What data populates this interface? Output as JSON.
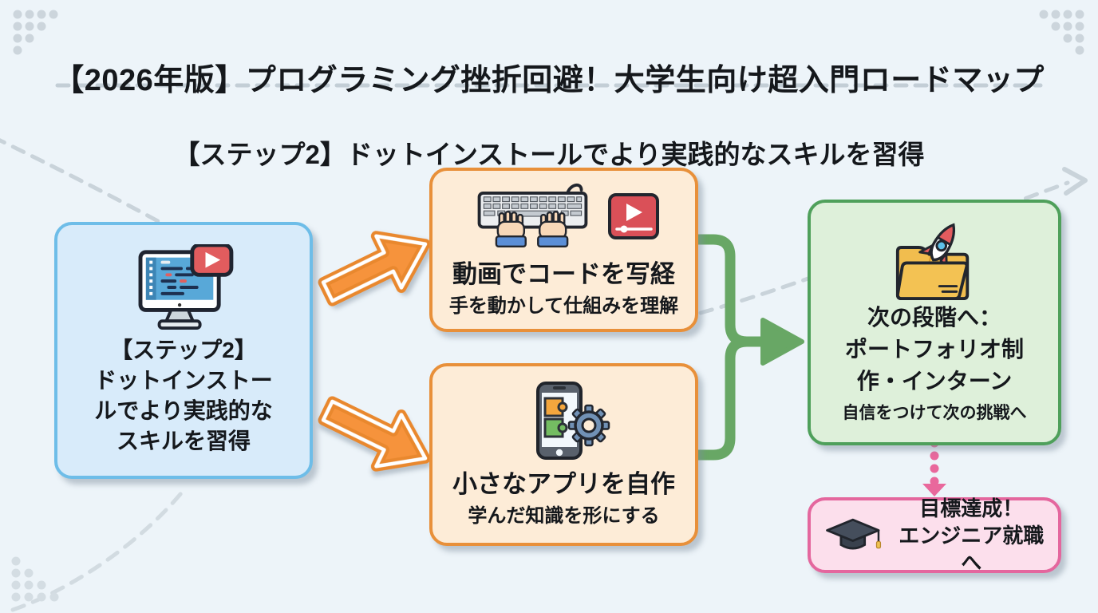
{
  "header": {
    "title": "【2026年版】プログラミング挫折回避！大学生向け超入門ロードマップ",
    "subtitle": "【ステップ2】ドットインストールでより実践的なスキルを習得"
  },
  "nodes": {
    "step2": {
      "lines": [
        "【ステップ2】",
        "ドットインストー",
        "ルでより実践的な",
        "スキルを習得"
      ],
      "icon": "monitor-code-video-icon"
    },
    "video_copy": {
      "title": "動画でコードを写経",
      "subtitle": "手を動かして仕組みを理解",
      "icons": [
        "keyboard-hands-icon",
        "video-player-icon"
      ]
    },
    "small_app": {
      "title": "小さなアプリを自作",
      "subtitle": "学んだ知識を形にする",
      "icons": [
        "smartphone-puzzle-icon",
        "gear-icon"
      ]
    },
    "next_stage": {
      "lines": [
        "次の段階へ：",
        "ポートフォリオ制",
        "作・インターン"
      ],
      "subtitle": "自信をつけて次の挑戦へ",
      "icon": "folder-rocket-icon"
    },
    "goal": {
      "lines": [
        "目標達成！",
        "エンジニア就職へ"
      ],
      "icon": "graduation-cap-icon"
    }
  },
  "colors": {
    "background": "#edf4f9",
    "step_fill": "#d8ebfa",
    "step_border": "#6ebde8",
    "action_fill": "#fdecd7",
    "action_border": "#e8903a",
    "next_fill": "#def0da",
    "next_border": "#4fa05b",
    "goal_fill": "#fcdfec",
    "goal_border": "#e4679e",
    "arrow_orange": "#f6933c",
    "connector_green": "#68a765",
    "dotted_pink": "#e9689c",
    "decor_gray": "#c9d3da",
    "text": "#15181c"
  }
}
